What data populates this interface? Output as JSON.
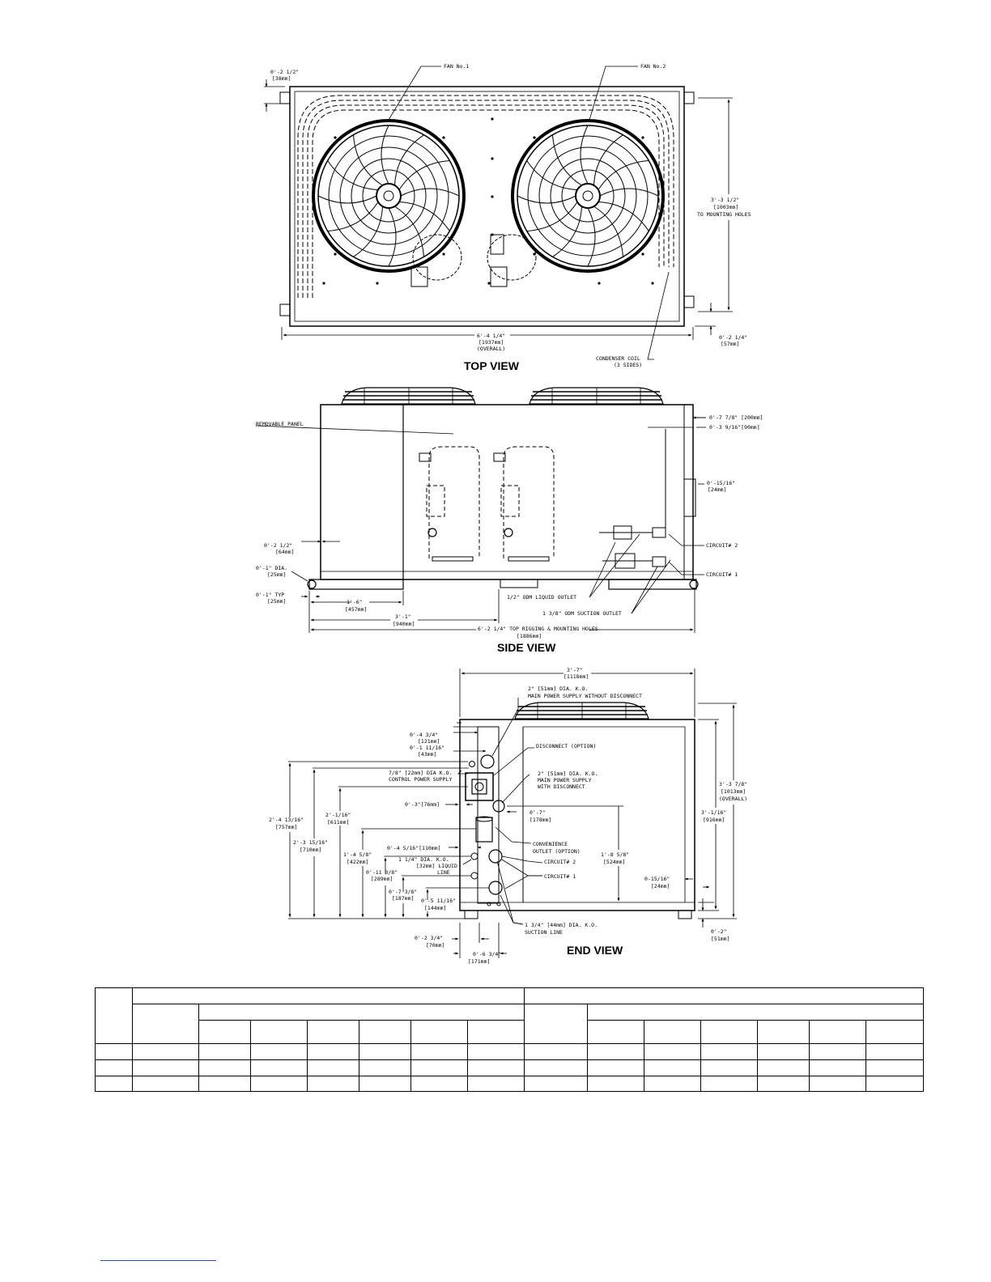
{
  "top_view": {
    "title": "TOP VIEW",
    "fan1": "FAN No.1",
    "fan2": "FAN No.2",
    "dim_top_left": [
      "0'-2 1/2\"",
      "[38mm]"
    ],
    "dim_mounting": [
      "3'-3 1/2\"",
      "[1003mm]",
      "TO MOUNTING HOLES"
    ],
    "dim_bottom_right": [
      "0'-2 1/4\"",
      "[57mm]"
    ],
    "dim_overall": [
      "6'-4 1/4\"",
      "[1937mm]",
      "(OVERALL)"
    ],
    "coil": [
      "CONDENSER COIL",
      "(3 SIDES)"
    ]
  },
  "side_view": {
    "title": "SIDE VIEW",
    "removable_panel": "REMOVABLE PANEL",
    "dim_200": "0'-7 7/8\" [200mm]",
    "dim_90": "0'-3 9/16\"[90mm]",
    "dim_24": [
      "0'-15/16\"",
      "[24mm]"
    ],
    "circuit2": "CIRCUIT# 2",
    "circuit1": "CIRCUIT# 1",
    "dim_64": [
      "0'-2 1/2\"",
      "[64mm]"
    ],
    "dim_dia": [
      "0'-1\" DIA.",
      "[25mm]"
    ],
    "dim_typ": [
      "0'-1\" TYP",
      "[25mm]"
    ],
    "dim_457": [
      "1'-6\"",
      "[457mm]"
    ],
    "dim_940": [
      "3'-1\"",
      "[940mm]"
    ],
    "dim_1886": [
      "6'-2 1/4\" TOP RIGGING & MOUNTING HOLES",
      "[1886mm]"
    ],
    "liquid_outlet": "1/2\" ODM LIQUID OUTLET",
    "suction_outlet": "1 3/8\" ODM SUCTION OUTLET"
  },
  "end_view": {
    "title": "END VIEW",
    "dim_1118": [
      "3'-7\"",
      "[1118mm]"
    ],
    "ko_main_no_disc": [
      "2\" [51mm] DIA. K.O.",
      "MAIN POWER SUPPLY WITHOUT DISCONNECT"
    ],
    "dim_121": [
      "0'-4 3/4\"",
      "[121mm]"
    ],
    "dim_43": [
      "0'-1 11/16\"",
      "[43mm]"
    ],
    "disconnect": "DISCONNECT (OPTION)",
    "ko_control": [
      "7/8\" [22mm] DIA K.O.",
      "CONTROL POWER SUPPLY"
    ],
    "ko_main_disc": [
      "2\" [51mm] DIA. K.O.",
      "MAIN POWER SUPPLY",
      "WITH DISCONNECT"
    ],
    "dim_1013": [
      "3'-3 7/8\"",
      "[1013mm]",
      "(OVERALL)"
    ],
    "dim_916": [
      "3'-1/16\"",
      "[916mm]"
    ],
    "dim_76": "0'-3\"[76mm]",
    "dim_178": [
      "0'-7\"",
      "[178mm]"
    ],
    "dim_611": [
      "2'-1/16\"",
      "[611mm]"
    ],
    "dim_757": [
      "2'-4 13/16\"",
      "[757mm]"
    ],
    "dim_710": [
      "2'-3 15/16\"",
      "[710mm]"
    ],
    "dim_110": "0'-4 5/16\"[110mm]",
    "convenience": [
      "CONVENIENCE",
      "OUTLET (OPTION)"
    ],
    "dim_422": [
      "1'-4 5/8\"",
      "[422mm]"
    ],
    "ko_liquid": [
      "1 1/4\" DIA. K.O.",
      "[32mm] LIQUID",
      "LINE"
    ],
    "circuit2": "CIRCUIT# 2",
    "circuit1": "CIRCUIT# 1",
    "dim_524": [
      "1'-8 5/8\"",
      "[524mm]"
    ],
    "dim_289": [
      "0'-11 3/8\"",
      "[289mm]"
    ],
    "dim_187": [
      "0'-7 3/8\"",
      "[187mm]"
    ],
    "dim_144": [
      "0'-5 11/16\"",
      "[144mm]"
    ],
    "dim_end_24": [
      "0-15/16\"",
      "[24mm]"
    ],
    "ko_suction": [
      "1 3/4\" [44mm] DIA. K.O.",
      "SUCTION LINE"
    ],
    "dim_51": [
      "0'-2\"",
      "[51mm]"
    ],
    "dim_70": [
      "0'-2 3/4\"",
      "[70mm]"
    ],
    "dim_171": [
      "0'-6 3/4\"",
      "[171mm]"
    ]
  }
}
